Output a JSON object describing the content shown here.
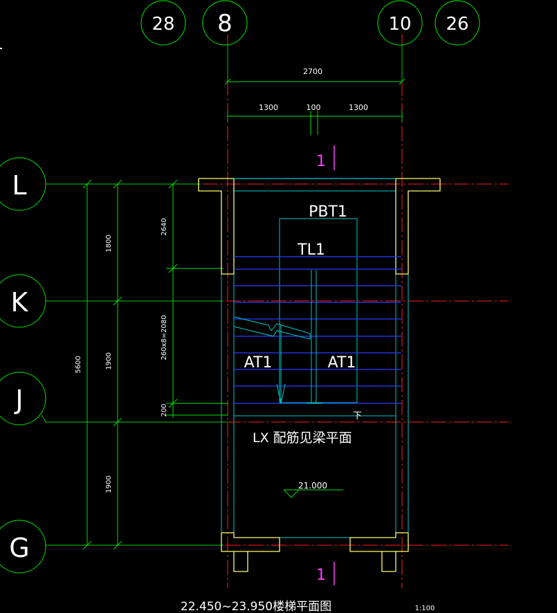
{
  "colors": {
    "background": "#000000",
    "axis_bubble": "#00c800",
    "axis_line": "#ff2020",
    "dimension": "#00e000",
    "wall": "#ffff66",
    "outline": "#00c8c8",
    "stair_line": "#2a3cff",
    "label": "#ffffff",
    "section_mark": "#ff40ff"
  },
  "axes": {
    "top": [
      "28",
      "8",
      "10",
      "26"
    ],
    "left": [
      "L",
      "K",
      "J",
      "G"
    ]
  },
  "dimensions": {
    "total_width": "2700",
    "segment_left": "1300",
    "segment_mid": "100",
    "segment_right": "1300",
    "total_depth": "5600",
    "bay_lk": "1800",
    "bay_kj": "1900",
    "bay_jg": "1900",
    "landing": "2640",
    "stair_run": "260x8=2080",
    "step_offset": "200"
  },
  "labels": {
    "platform_slab": "PBT1",
    "beam": "TL1",
    "stair_left": "AT1",
    "stair_right": "AT1",
    "beam_note": "LX  配筋见梁平面",
    "elevation": "21.000",
    "section_mark": "1",
    "down_mark": "下",
    "drawing_title": "22.450~23.950楼梯平面图",
    "scale": "1:100"
  }
}
